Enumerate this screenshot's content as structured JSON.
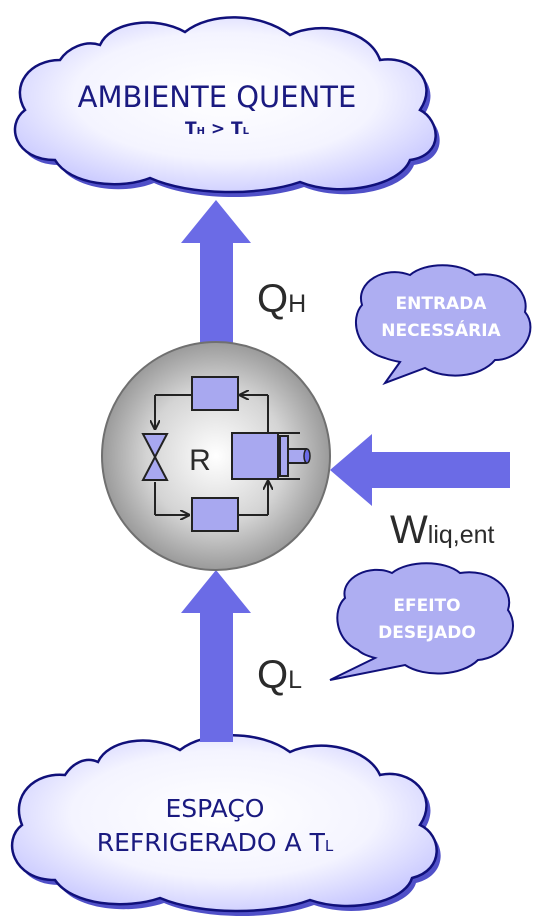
{
  "hot": {
    "title": "AMBIENTE QUENTE",
    "sub_th": "T",
    "sub_h": "H",
    "sub_gt": " > ",
    "sub_tl": "T",
    "sub_l": "L"
  },
  "cold": {
    "line1": "ESPAÇO",
    "line2_main": "REFRIGERADO A T",
    "line2_sub": "L"
  },
  "heat_out": {
    "main": "Q",
    "sub": "H"
  },
  "heat_in": {
    "main": "Q",
    "sub": "L"
  },
  "work_in": {
    "main": "W",
    "sub": "liq,ent"
  },
  "refrigerator_label": "R",
  "bubble_input": {
    "line1": "ENTRADA",
    "line2": "NECESSÁRIA"
  },
  "bubble_effect": {
    "line1": "EFEITO",
    "line2": "DESEJADO"
  },
  "colors": {
    "arrow": "#6b6be6",
    "cloud_outline": "#10107a",
    "cloud_fill_edge": "#c8c8ff",
    "bubble_fill": "#aeaef2",
    "component_fill": "#a8a8f0",
    "sphere_center": "#ffffff",
    "sphere_edge": "#8c8c8c"
  }
}
